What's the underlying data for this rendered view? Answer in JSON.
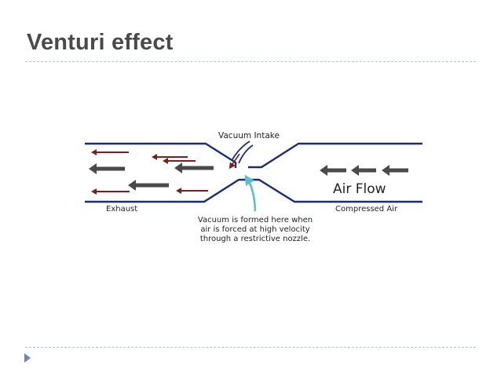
{
  "slide": {
    "title": "Venturi effect"
  },
  "diagram": {
    "labels": {
      "vacuum_intake": "Vacuum Intake",
      "air_flow": "Air Flow",
      "exhaust": "Exhaust",
      "compressed_air": "Compressed Air",
      "caption_line1": "Vacuum is formed here when",
      "caption_line2": "air is forced at high velocity",
      "caption_line3": "through a restrictive nozzle."
    },
    "colors": {
      "pipe": "#1c2a7a",
      "gray_arrow": "#4a4a4a",
      "red_arrow": "#7a1f1f",
      "pointer": "#5bbfd0",
      "title": "#4a4a4a",
      "divider": "#b9c2cf",
      "bullet": "#6f84a9"
    }
  }
}
